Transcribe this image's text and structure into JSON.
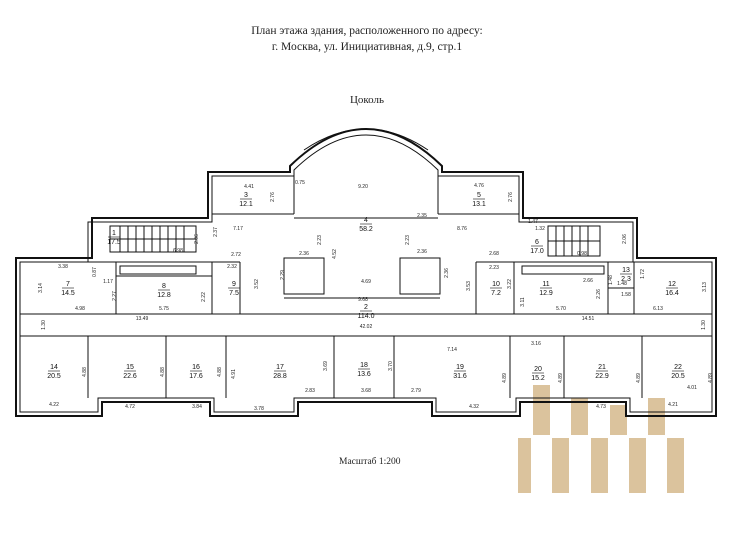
{
  "header": {
    "line1": "План этажа здания, расположенного по адресу:",
    "line2": "г. Москва, ул. Инициативная, д.9, стр.1"
  },
  "level_label": "Цоколь",
  "scale_label": "Масштаб 1:200",
  "watermark_color": "#c9a46a",
  "rooms": [
    {
      "num": "1",
      "area": "17.5"
    },
    {
      "num": "2",
      "area": "114.0"
    },
    {
      "num": "3",
      "area": "12.1"
    },
    {
      "num": "4",
      "area": "58.2"
    },
    {
      "num": "5",
      "area": "13.1"
    },
    {
      "num": "6",
      "area": "17.0"
    },
    {
      "num": "7",
      "area": "14.5"
    },
    {
      "num": "8",
      "area": "12.8"
    },
    {
      "num": "9",
      "area": "7.5"
    },
    {
      "num": "10",
      "area": "7.2"
    },
    {
      "num": "11",
      "area": "12.9"
    },
    {
      "num": "12",
      "area": "16.4"
    },
    {
      "num": "13",
      "area": "2.3"
    },
    {
      "num": "14",
      "area": "20.5"
    },
    {
      "num": "15",
      "area": "22.6"
    },
    {
      "num": "16",
      "area": "17.6"
    },
    {
      "num": "17",
      "area": "28.8"
    },
    {
      "num": "18",
      "area": "13.6"
    },
    {
      "num": "19",
      "area": "31.6"
    },
    {
      "num": "20",
      "area": "15.2"
    },
    {
      "num": "21",
      "area": "22.9"
    },
    {
      "num": "22",
      "area": "20.5"
    }
  ],
  "dims": [
    "4.41",
    "2.76",
    "0.75",
    "9.20",
    "4.76",
    "2.76",
    "2.37",
    "7.17",
    "2.06",
    "2.23",
    "4.52",
    "2.23",
    "2.35",
    "8.76",
    "1.47",
    "1.32",
    "2.06",
    "6.98",
    "2.72",
    "2.36",
    "2.36",
    "3.38",
    "0.87",
    "1.17",
    "2.32",
    "3.52",
    "2.22",
    "2.27",
    "3.14",
    "4.98",
    "5.75",
    "2.29",
    "4.69",
    "9.68",
    "2.36",
    "3.53",
    "2.68",
    "2.23",
    "3.22",
    "2.66",
    "0.98",
    "1.48",
    "1.72",
    "3.13",
    "3.11",
    "2.26",
    "1.58",
    "1.48",
    "5.70",
    "6.13",
    "13.49",
    "42.02",
    "14.51",
    "1.30",
    "1.30",
    "7.14",
    "3.16",
    "4.88",
    "4.88",
    "4.88",
    "4.91",
    "3.69",
    "3.70",
    "4.89",
    "4.89",
    "4.89",
    "4.89",
    "2.83",
    "2.79",
    "4.22",
    "4.72",
    "3.84",
    "3.78",
    "3.68",
    "4.32",
    "4.73",
    "4.21",
    "4.01"
  ]
}
